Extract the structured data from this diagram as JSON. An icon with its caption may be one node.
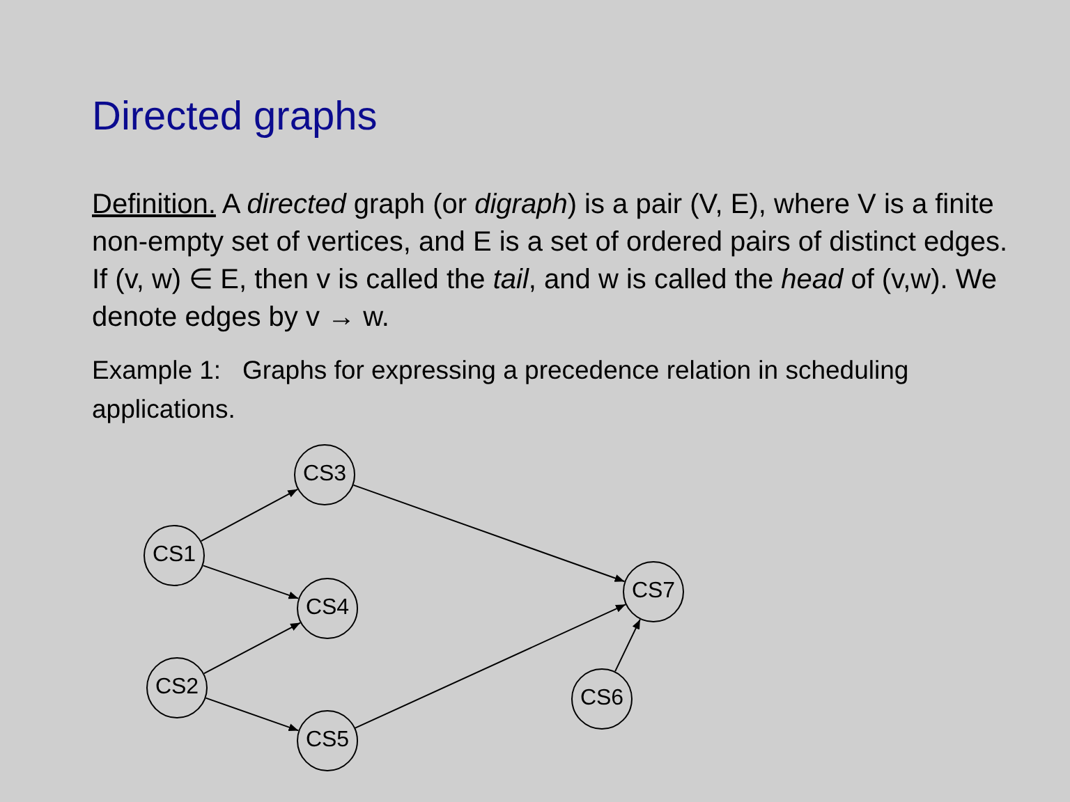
{
  "diagram": {
    "title": "Directed graphs",
    "nodes": [
      {
        "text": [
          "CS1"
        ]
      },
      {
        "text": [
          "CS2"
        ]
      },
      {
        "text": [
          "CS3"
        ]
      },
      {
        "text": [
          "CS4"
        ]
      },
      {
        "text": [
          "CS5"
        ]
      },
      {
        "text": [
          "CS6"
        ]
      },
      {
        "text": [
          "CS7"
        ]
      }
    ],
    "edges": [
      {
        "from": 0,
        "to": 2,
        "arrow": "to"
      },
      {
        "from": 0,
        "to": 3,
        "arrow": "to"
      },
      {
        "from": 1,
        "to": 3,
        "arrow": "to"
      },
      {
        "from": 1,
        "to": 4,
        "arrow": "to"
      },
      {
        "from": 2,
        "to": 6,
        "arrow": "to"
      },
      {
        "from": 4,
        "to": 6,
        "arrow": "to"
      },
      {
        "from": 5,
        "to": 6,
        "arrow": "to"
      }
    ],
    "labels": [
      "Definition.",
      "A *directed* graph (or *digraph*) is a pair (V, E), where V is a finite non-empty set of vertices, and E is a set of ordered pairs of distinct edges. If (v, w) ∈ E, then v is called the *tail*, and w is called the *head* of (v,w). We denote edges by v → w.",
      "Example 1:   Graphs for expressing a precedence relation in scheduling applications."
    ]
  }
}
